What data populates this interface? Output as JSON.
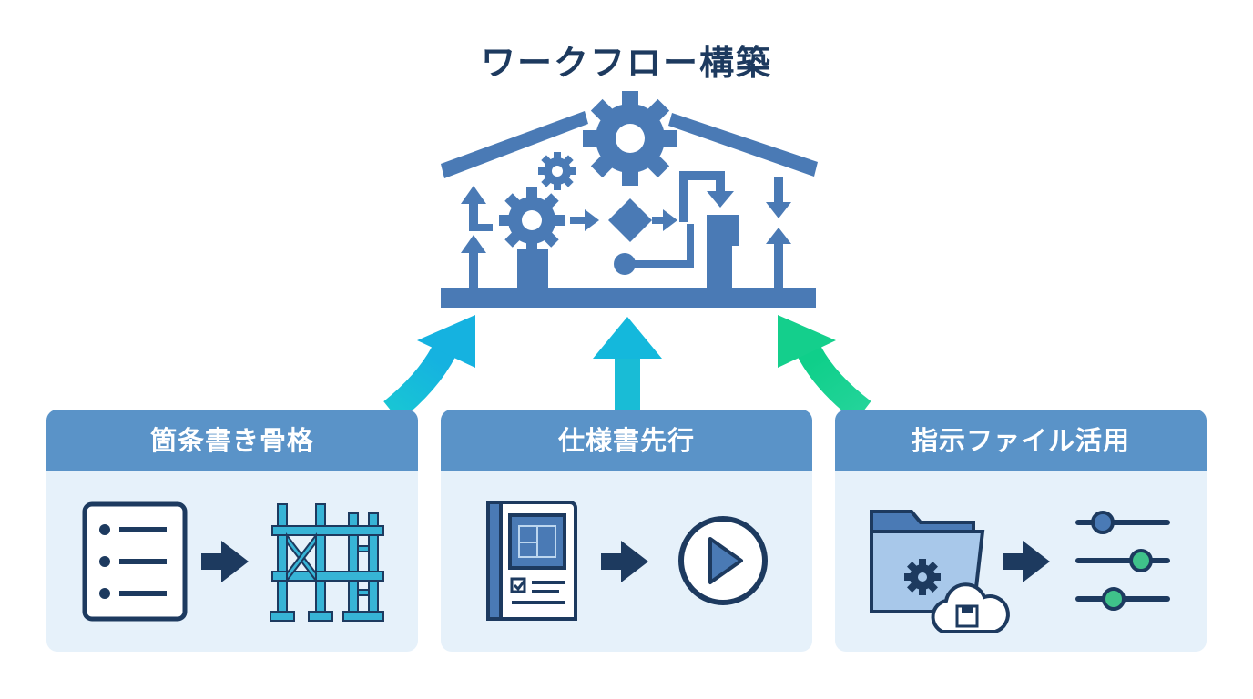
{
  "title": "ワークフロー構築",
  "colors": {
    "house": "#4a7ab5",
    "dark": "#1d3a5f",
    "card_header": "#5a93c8",
    "card_bg": "#e6f1fa",
    "arrow_left": "#17c1d8",
    "arrow_right": "#1ecc8f",
    "scaffold": "#37b4d6",
    "slider_green": "#3fc28a"
  },
  "cards": [
    {
      "title": "箇条書き骨格",
      "icons": [
        "bullet-list-icon",
        "scaffold-icon"
      ]
    },
    {
      "title": "仕様書先行",
      "icons": [
        "blueprint-icon",
        "play-icon"
      ]
    },
    {
      "title": "指示ファイル活用",
      "icons": [
        "folder-gear-icon",
        "sliders-icon"
      ]
    }
  ]
}
